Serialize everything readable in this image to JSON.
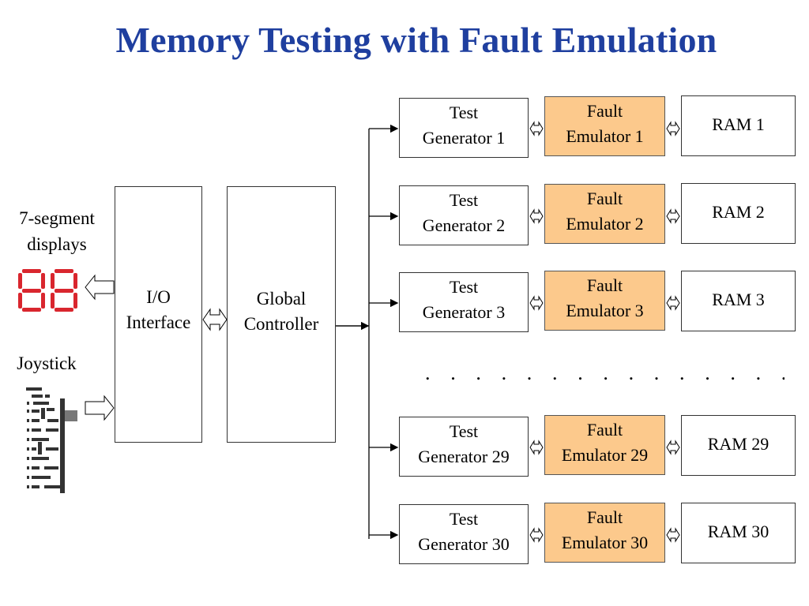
{
  "title": "Memory Testing with Fault Emulation",
  "labels": {
    "seven_segment": [
      "7-segment",
      "displays"
    ],
    "joystick": "Joystick",
    "display_digits": "88"
  },
  "io_interface": [
    "I/O",
    "Interface"
  ],
  "global_controller": [
    "Global",
    "Controller"
  ],
  "channels": [
    {
      "tg": [
        "Test",
        "Generator 1"
      ],
      "fe": [
        "Fault",
        "Emulator 1"
      ],
      "ram": "RAM 1"
    },
    {
      "tg": [
        "Test",
        "Generator 2"
      ],
      "fe": [
        "Fault",
        "Emulator 2"
      ],
      "ram": "RAM 2"
    },
    {
      "tg": [
        "Test",
        "Generator 3"
      ],
      "fe": [
        "Fault",
        "Emulator 3"
      ],
      "ram": "RAM 3"
    },
    {
      "tg": [
        "Test",
        "Generator 29"
      ],
      "fe": [
        "Fault",
        "Emulator 29"
      ],
      "ram": "RAM 29"
    },
    {
      "tg": [
        "Test",
        "Generator 30"
      ],
      "fe": [
        "Fault",
        "Emulator 30"
      ],
      "ram": "RAM 30"
    }
  ],
  "ellipsis": ". . . . . . . . . . . . . . . . . . . . . . . . . .",
  "colors": {
    "title": "#1f3f9f",
    "fault_emulator_fill": "#fcc98c",
    "display_segments": "#d9262e"
  }
}
